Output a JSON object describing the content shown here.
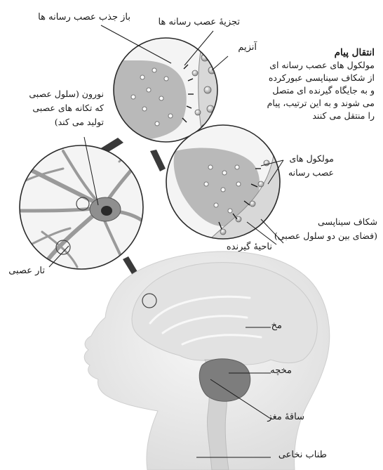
{
  "labels": {
    "reuptake": "باز جذب عصب رسانه ها",
    "breakdown": "تجزیۀ عصب رسانه ها",
    "enzyme": "آنزیم",
    "transmission_title": "انتقال پیام",
    "transmission_body": [
      "مولکول های عصب رسانه ای",
      "از شکاف سیناپسی عبورکرده",
      "و به جایگاه گیرنده ای متصل",
      "می شوند و به این ترتیب، پیام",
      "را منتقل می کنند"
    ],
    "neuron": [
      "نورون (سلول عصبی",
      "که تکانه های عصبی",
      "تولید می کند)"
    ],
    "neurotransmitter_molecules": [
      "مولکول های",
      "عصب رسانه"
    ],
    "synaptic_cleft": [
      "شکاف سیناپسی",
      "(فضای بین دو سلول عصبی)"
    ],
    "receptor_site": "ناحیۀ گیرنده",
    "nerve_fiber": "تار عصبی",
    "brain": "مخ",
    "cerebellum": "مخچه",
    "brainstem": "ساقۀ مغز",
    "spinal_cord": "طناب نخاعی"
  },
  "colors": {
    "ink": "#1a1a1a",
    "gray_fill": "#b9b9b9",
    "light_fill": "#e6e6e6",
    "head_fill": "#eeeeee",
    "cerebellum": "#7d7d7d"
  }
}
